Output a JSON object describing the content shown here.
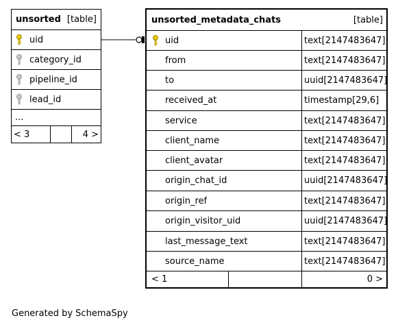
{
  "tables": {
    "left": {
      "name": "unsorted",
      "type": "[table]",
      "columns": [
        {
          "name": "uid",
          "key": "primary"
        },
        {
          "name": "category_id",
          "key": "foreign"
        },
        {
          "name": "pipeline_id",
          "key": "foreign"
        },
        {
          "name": "lead_id",
          "key": "foreign"
        }
      ],
      "ellipsis": "...",
      "nav": {
        "prev": "< 3",
        "next": "4 >"
      }
    },
    "right": {
      "name": "unsorted_metadata_chats",
      "type": "[table]",
      "columns": [
        {
          "name": "uid",
          "type": "text[2147483647]",
          "key": "primary"
        },
        {
          "name": "from",
          "type": "text[2147483647]"
        },
        {
          "name": "to",
          "type": "uuid[2147483647]"
        },
        {
          "name": "received_at",
          "type": "timestamp[29,6]"
        },
        {
          "name": "service",
          "type": "text[2147483647]"
        },
        {
          "name": "client_name",
          "type": "text[2147483647]"
        },
        {
          "name": "client_avatar",
          "type": "text[2147483647]"
        },
        {
          "name": "origin_chat_id",
          "type": "uuid[2147483647]"
        },
        {
          "name": "origin_ref",
          "type": "text[2147483647]"
        },
        {
          "name": "origin_visitor_uid",
          "type": "uuid[2147483647]"
        },
        {
          "name": "last_message_text",
          "type": "text[2147483647]"
        },
        {
          "name": "source_name",
          "type": "text[2147483647]"
        }
      ],
      "nav": {
        "prev": "< 1",
        "next": "0 >"
      }
    }
  },
  "footer": "Generated by SchemaSpy",
  "colors": {
    "primary_key": "#e8c800",
    "foreign_key": "#b0b0b0"
  }
}
